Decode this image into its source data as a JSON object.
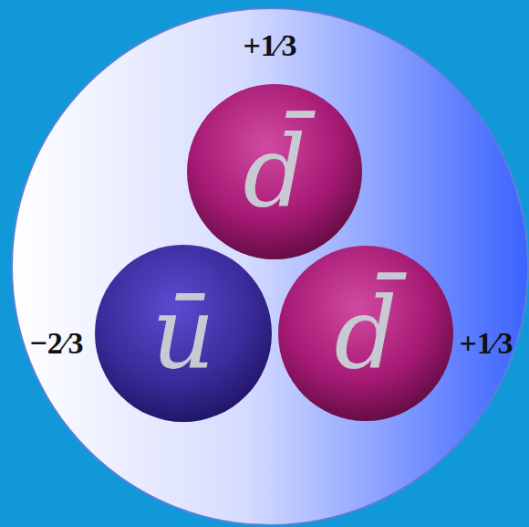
{
  "diagram": {
    "nodes": [
      {
        "text": [
          "d̄"
        ]
      },
      {
        "text": [
          "ū"
        ]
      },
      {
        "text": [
          "d̄"
        ]
      }
    ],
    "labels": [
      "+1⁄3",
      "−2⁄3",
      "+1⁄3"
    ]
  }
}
